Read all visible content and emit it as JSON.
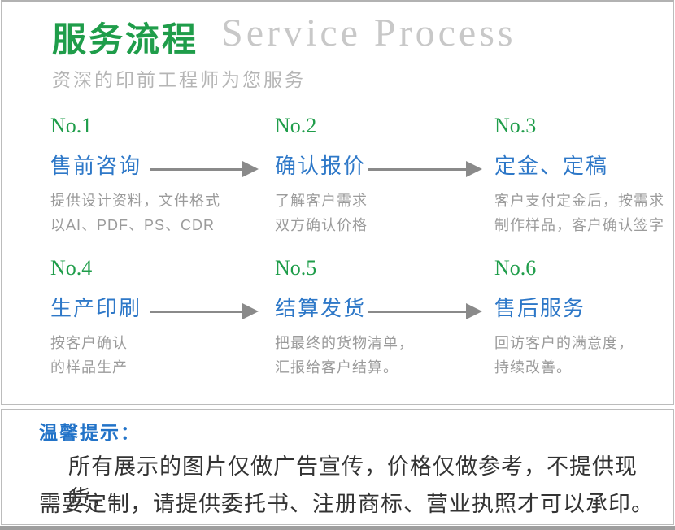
{
  "header": {
    "title_cn": "服务流程",
    "title_en": "Service Process",
    "subtitle": "资深的印前工程师为您服务"
  },
  "steps": [
    {
      "no": "No.1",
      "title": "售前咨询",
      "desc": [
        "提供设计资料，文件格式",
        "以AI、PDF、PS、CDR"
      ]
    },
    {
      "no": "No.2",
      "title": "确认报价",
      "desc": [
        "了解客户需求",
        "双方确认价格"
      ]
    },
    {
      "no": "No.3",
      "title": "定金、定稿",
      "desc": [
        "客户支付定金后，按需求",
        "制作样品，客户确认签字"
      ]
    },
    {
      "no": "No.4",
      "title": "生产印刷",
      "desc": [
        "按客户确认",
        "的样品生产"
      ]
    },
    {
      "no": "No.5",
      "title": "结算发货",
      "desc": [
        "把最终的货物清单，",
        "汇报给客户结算。"
      ]
    },
    {
      "no": "No.6",
      "title": "售后服务",
      "desc": [
        "回访客户的满意度，",
        "持续改善。"
      ]
    }
  ],
  "notice": {
    "label": "温馨提示：",
    "line1": "所有展示的图片仅做广告宣传，价格仅做参考，不提供现货，",
    "line2": "需要定制，请提供委托书、注册商标、营业执照才可以承印。"
  },
  "colors": {
    "accent_green": "#1f9d4a",
    "step_title_blue": "#2e78c8",
    "notice_label_blue": "#2273c8",
    "title_en_gray": "#c8c8c8",
    "subtitle_gray": "#b5b5b5",
    "desc_gray": "#9b9b9b",
    "body_text_dark": "#333333",
    "arrow_gray": "#8a8a8a",
    "border_gray": "#bcbcbc"
  }
}
